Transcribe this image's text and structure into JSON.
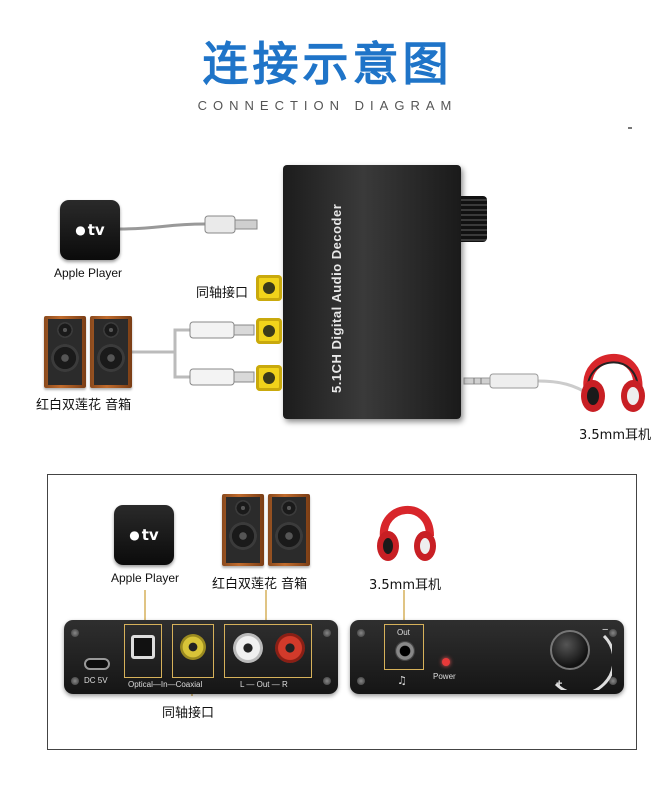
{
  "header": {
    "title": "连接示意图",
    "subtitle": "CONNECTION DIAGRAM"
  },
  "top_diagram": {
    "apple_tv_logo": "tv",
    "apple_player_label": "Apple Player",
    "coaxial_label": "同轴接口",
    "speakers_label": "红白双莲花 音箱",
    "headphones_label": "3.5mm耳机",
    "decoder_text": "5.1CH Digital Audio Decoder"
  },
  "bottom_diagram": {
    "apple_tv_logo": "tv",
    "apple_player_label": "Apple Player",
    "speakers_label": "红白双莲花 音箱",
    "headphones_label": "3.5mm耳机",
    "coaxial_label": "同轴接口",
    "back_panel": {
      "dc_label": "DC 5V",
      "input_label": "Optical—In—Coaxial",
      "output_label": "L — Out — R"
    },
    "front_panel": {
      "out_label": "Out",
      "power_label": "Power",
      "volume_plus": "+",
      "volume_minus": "−"
    }
  },
  "colors": {
    "title_blue": "#1f74c8",
    "rca_yellow": "#f1d31b",
    "rca_red": "#d23a2a",
    "rca_white": "#f0f0f0",
    "callout_gold": "#d6b15a",
    "power_led": "#e83a3a"
  }
}
